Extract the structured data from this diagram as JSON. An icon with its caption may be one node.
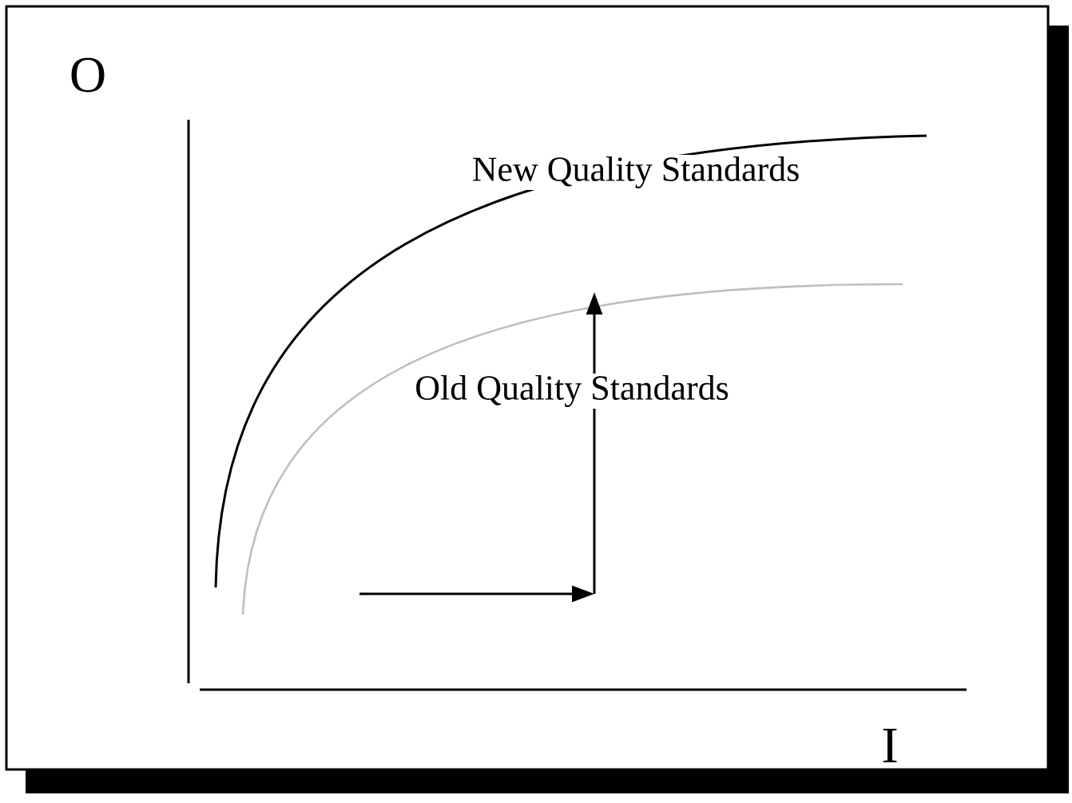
{
  "diagram": {
    "labels": [
      "O",
      "New Quality Standards",
      "Old Quality Standards",
      "I"
    ]
  }
}
